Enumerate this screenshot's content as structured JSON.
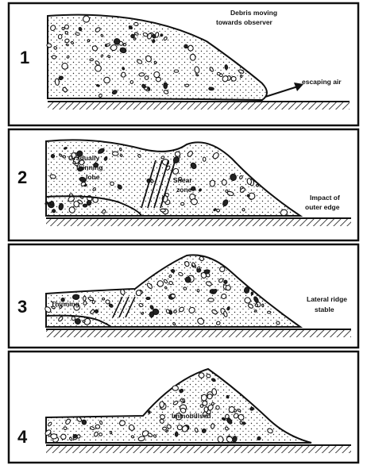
{
  "panels": [
    {
      "number": "1",
      "labels": {
        "top": [
          "Debris moving",
          "towards observer"
        ],
        "right": [
          "escaping air"
        ]
      }
    },
    {
      "number": "2",
      "labels": {
        "lobe": [
          "Gradually",
          "thinning",
          "lobe"
        ],
        "shear": [
          "Shear",
          "zone"
        ],
        "right": [
          "Impact of",
          "outer edge"
        ]
      }
    },
    {
      "number": "3",
      "labels": {
        "left": [
          "Thinning"
        ],
        "right": [
          "Lateral ridge",
          "stable"
        ]
      }
    },
    {
      "number": "4",
      "labels": {
        "center": [
          "Immobilised"
        ]
      }
    }
  ]
}
